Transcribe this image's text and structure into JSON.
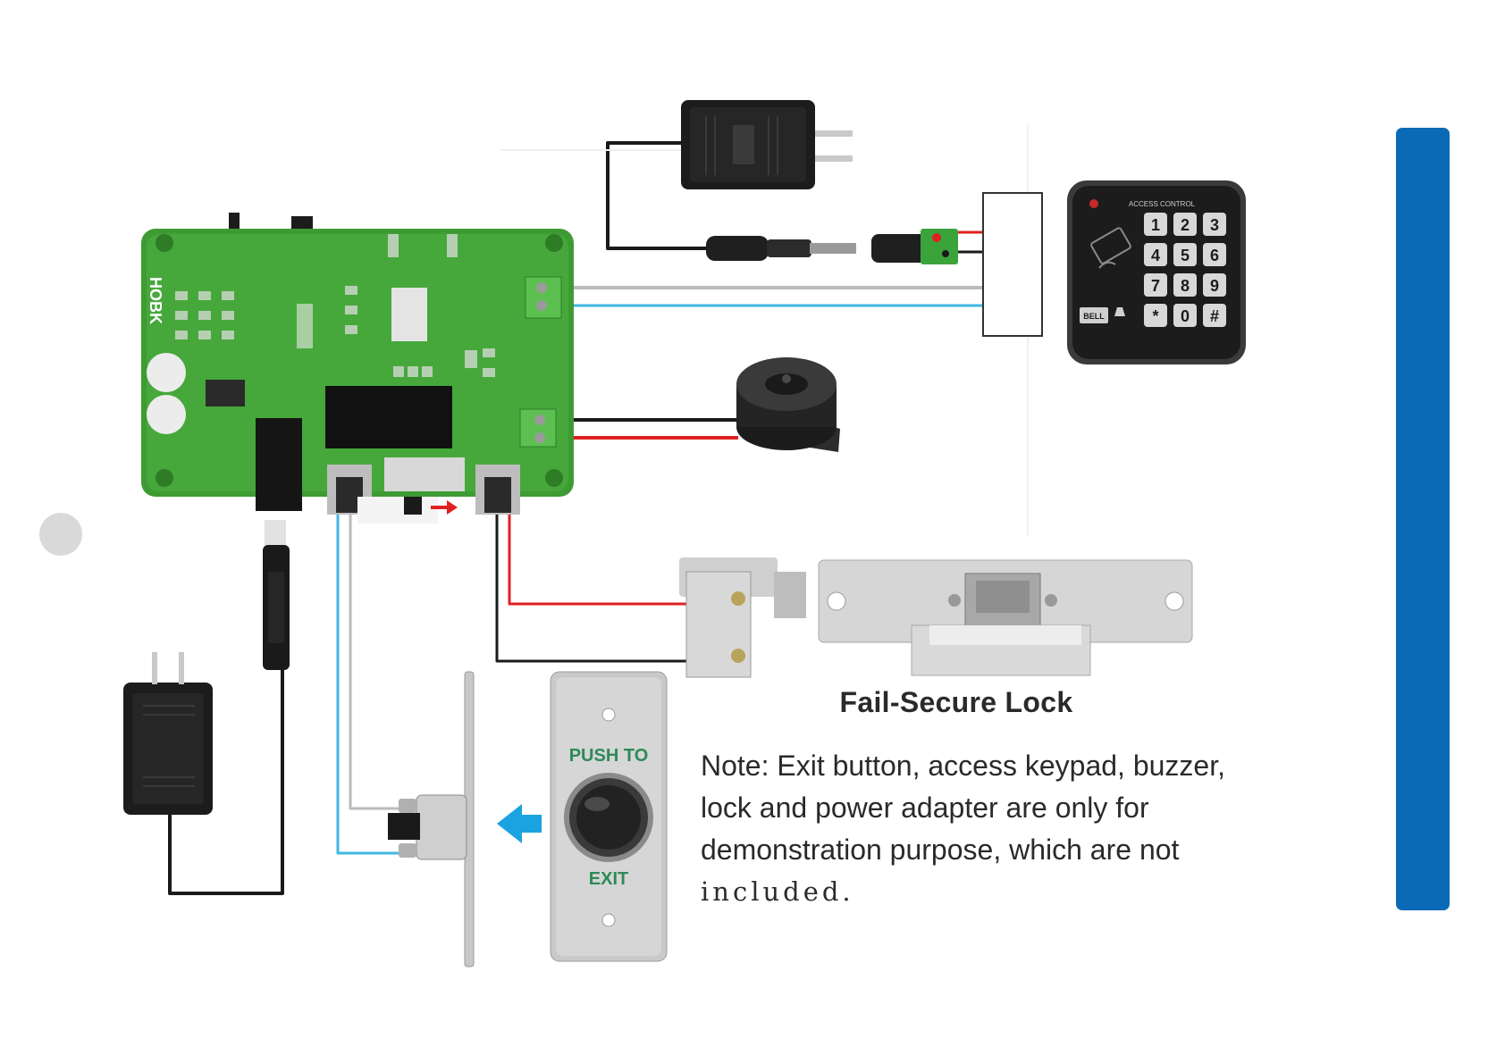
{
  "lock_caption": "Fail-Secure Lock",
  "note_lines": [
    "Note: Exit button, access keypad, buzzer,",
    "lock and power adapter are only for",
    "demonstration purpose, which are not",
    "included."
  ],
  "exit_button": {
    "top_text": "PUSH TO",
    "bottom_text": "EXIT"
  },
  "keypad": {
    "header": "ACCESS CONTROL",
    "keys": [
      "1",
      "2",
      "3",
      "4",
      "5",
      "6",
      "7",
      "8",
      "9",
      "*",
      "0",
      "#"
    ],
    "bell_label": "BELL"
  },
  "board": {
    "brand": "HOBK"
  },
  "colors": {
    "accent_bar": "#0a6ab6",
    "pcb_green": "#3e9b34",
    "wire_red": "#e02020",
    "wire_blue": "#3fb8e0",
    "wire_black": "#1a1a1a",
    "arrow_blue": "#1aa3e0",
    "exit_green": "#2e8a57"
  },
  "icons": [
    "power-adapter-icon",
    "keypad-icon",
    "buzzer-icon",
    "strike-lock-icon",
    "exit-button-icon",
    "controller-board-icon"
  ]
}
